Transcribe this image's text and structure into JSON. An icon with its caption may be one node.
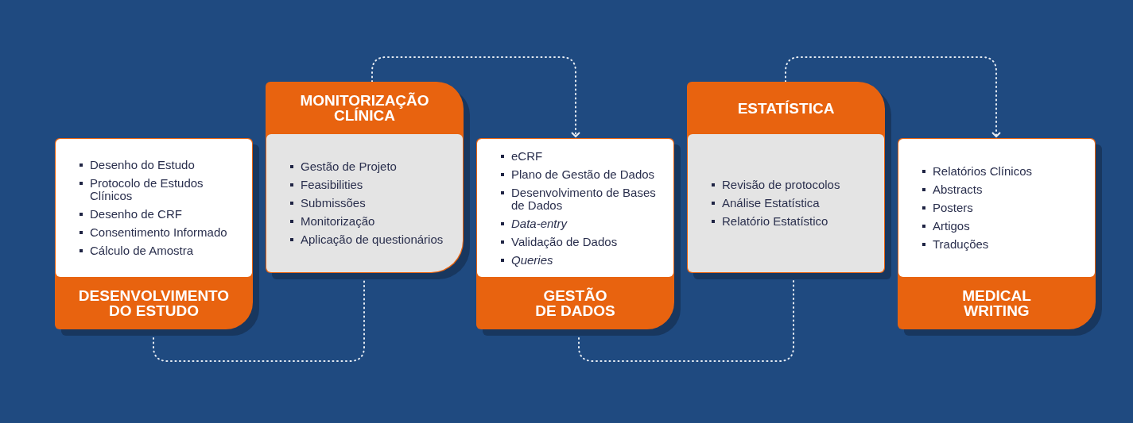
{
  "diagram": {
    "nodes": [
      {
        "text": [
          "Desenho do Estudo",
          "Protocolo de Estudos Clínicos",
          "Desenho de CRF",
          "Consentimento Informado",
          "Cálculo de Amostra",
          "DESENVOLVIMENTO DO ESTUDO"
        ]
      },
      {
        "text": [
          "MONITORIZAÇÃO CLÍNICA",
          "Gestão de Projeto",
          "Feasibilities",
          "Submissões",
          "Monitorização",
          "Aplicação de questionários"
        ]
      },
      {
        "text": [
          "eCRF",
          "Plano de Gestão de Dados",
          "Desenvolvimento de Bases de Dados",
          "*Data-entry*",
          "Validação de Dados",
          "*Queries*",
          "GESTÃO DE DADOS"
        ]
      },
      {
        "text": [
          "ESTATÍSTICA",
          "Revisão de protocolos",
          "Análise Estatística",
          "Relatório Estatístico"
        ]
      },
      {
        "text": [
          "Relatórios Clínicos",
          "Abstracts",
          "Posters",
          "Artigos",
          "Traduções",
          "MEDICAL WRITING"
        ]
      }
    ],
    "edges": [
      {
        "from": 0,
        "to": 1,
        "arrow": "to",
        "style": "dashed"
      },
      {
        "from": 1,
        "to": 2,
        "arrow": "to",
        "style": "dashed"
      },
      {
        "from": 2,
        "to": 3,
        "arrow": "to",
        "style": "dashed"
      },
      {
        "from": 3,
        "to": 4,
        "arrow": "to",
        "style": "dashed"
      }
    ]
  }
}
